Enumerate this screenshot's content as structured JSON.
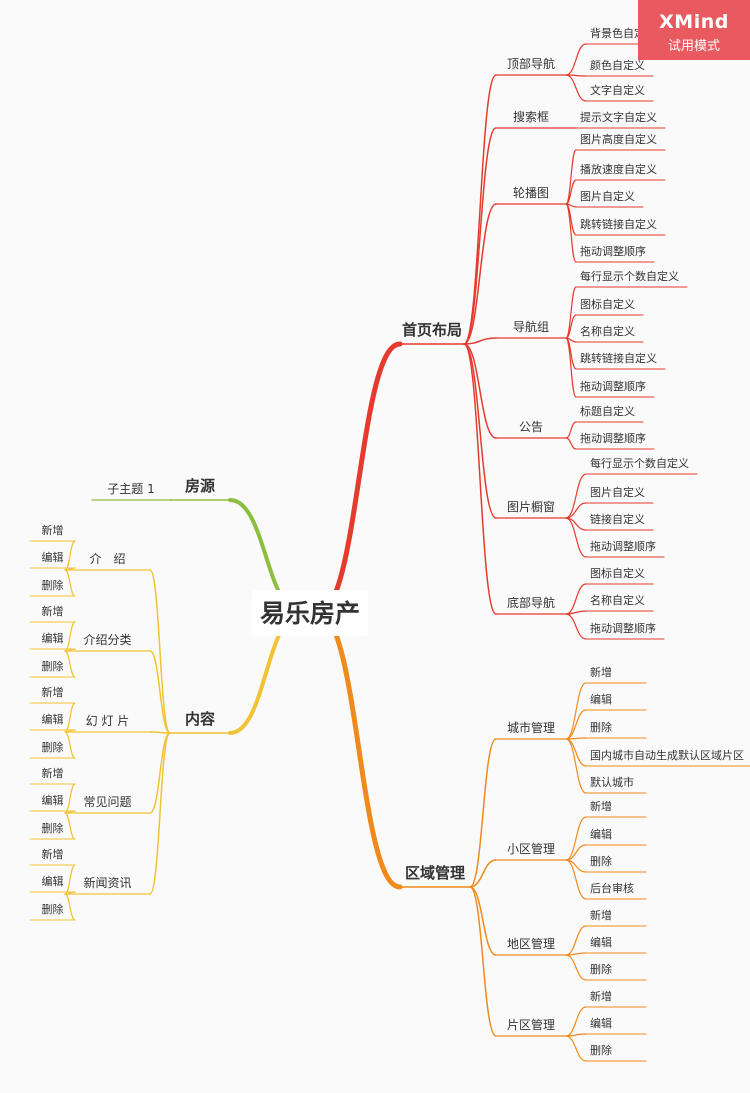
{
  "watermark": {
    "brand": "XMind",
    "mode": "试用模式"
  },
  "colors": {
    "background": "#fafafa",
    "red_branch": "#e53a2e",
    "orange_branch": "#f08a1c",
    "green_branch": "#8cbf3f",
    "yellow_branch": "#f2c232",
    "text": "#333333"
  },
  "root": "易乐房产",
  "branches": [
    {
      "label": "首页布局",
      "color": "red_branch",
      "children": [
        {
          "label": "顶部导航",
          "children": [
            "背景色自定义",
            "颜色自定义",
            "文字自定义"
          ]
        },
        {
          "label": "搜索框",
          "children": [
            "提示文字自定义"
          ]
        },
        {
          "label": "轮播图",
          "children": [
            "图片高度自定义",
            "播放速度自定义",
            "图片自定义",
            "跳转链接自定义",
            "拖动调整顺序"
          ]
        },
        {
          "label": "导航组",
          "children": [
            "每行显示个数自定义",
            "图标自定义",
            "名称自定义",
            "跳转链接自定义",
            "拖动调整顺序"
          ]
        },
        {
          "label": "公告",
          "children": [
            "标题自定义",
            "拖动调整顺序"
          ]
        },
        {
          "label": "图片橱窗",
          "children": [
            "每行显示个数自定义",
            "图片自定义",
            "链接自定义",
            "拖动调整顺序"
          ]
        },
        {
          "label": "底部导航",
          "children": [
            "图标自定义",
            "名称自定义",
            "拖动调整顺序"
          ]
        }
      ]
    },
    {
      "label": "区域管理",
      "color": "orange_branch",
      "children": [
        {
          "label": "城市管理",
          "children": [
            "新增",
            "编辑",
            "删除",
            "国内城市自动生成默认区域片区",
            "默认城市"
          ]
        },
        {
          "label": "小区管理",
          "children": [
            "新增",
            "编辑",
            "删除",
            "后台审核"
          ]
        },
        {
          "label": "地区管理",
          "children": [
            "新增",
            "编辑",
            "删除"
          ]
        },
        {
          "label": "片区管理",
          "children": [
            "新增",
            "编辑",
            "删除"
          ]
        }
      ]
    },
    {
      "label": "房源",
      "color": "green_branch",
      "children": [
        {
          "label": "子主题 1",
          "children": []
        }
      ]
    },
    {
      "label": "内容",
      "color": "yellow_branch",
      "children": [
        {
          "label": "介　绍",
          "children": [
            "新增",
            "编辑",
            "删除"
          ]
        },
        {
          "label": "介绍分类",
          "children": [
            "新增",
            "编辑",
            "删除"
          ]
        },
        {
          "label": "幻 灯 片",
          "children": [
            "新增",
            "编辑",
            "删除"
          ]
        },
        {
          "label": "常见问题",
          "children": [
            "新增",
            "编辑",
            "删除"
          ]
        },
        {
          "label": "新闻资讯",
          "children": [
            "新增",
            "编辑",
            "删除"
          ]
        }
      ]
    }
  ]
}
